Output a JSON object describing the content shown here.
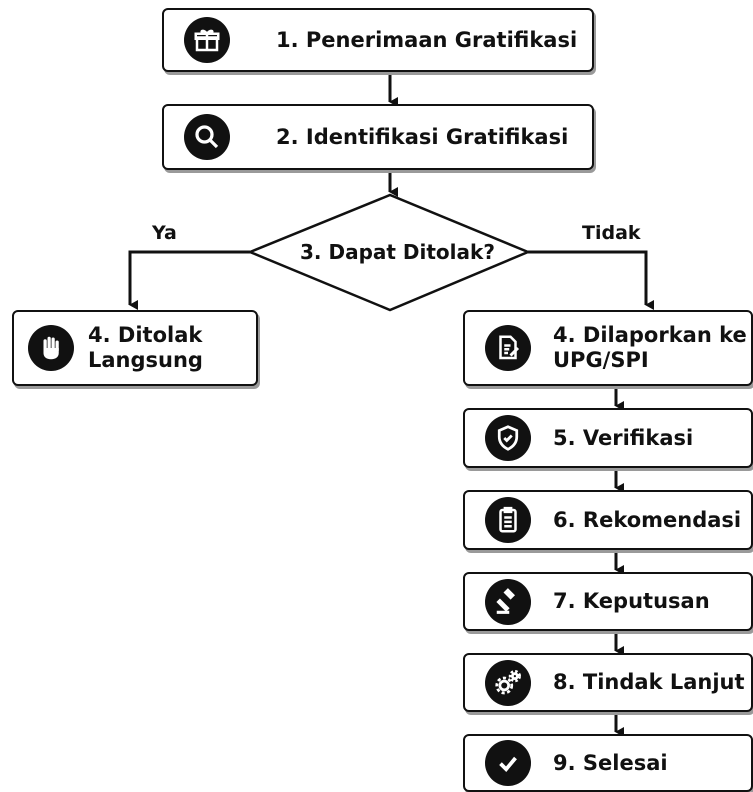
{
  "steps": {
    "s1": {
      "label": "1. Penerimaan Gratifikasi",
      "icon": "gift-icon"
    },
    "s2": {
      "label": "2. Identifikasi Gratifikasi",
      "icon": "search-icon"
    },
    "s3": {
      "label": "3. Dapat Ditolak?"
    },
    "s4a": {
      "label": "4. Ditolak Langsung",
      "icon": "hand-stop-icon"
    },
    "s4b": {
      "label": "4. Dilaporkan ke UPG/SPI",
      "icon": "report-edit-icon"
    },
    "s5": {
      "label": "5. Verifikasi",
      "icon": "shield-check-icon"
    },
    "s6": {
      "label": "6. Rekomendasi",
      "icon": "clipboard-list-icon"
    },
    "s7": {
      "label": "7. Keputusan",
      "icon": "gavel-icon"
    },
    "s8": {
      "label": "8. Tindak Lanjut",
      "icon": "gears-icon"
    },
    "s9": {
      "label": "9. Selesai",
      "icon": "check-circle-icon"
    }
  },
  "branches": {
    "yes": "Ya",
    "no": "Tidak"
  }
}
